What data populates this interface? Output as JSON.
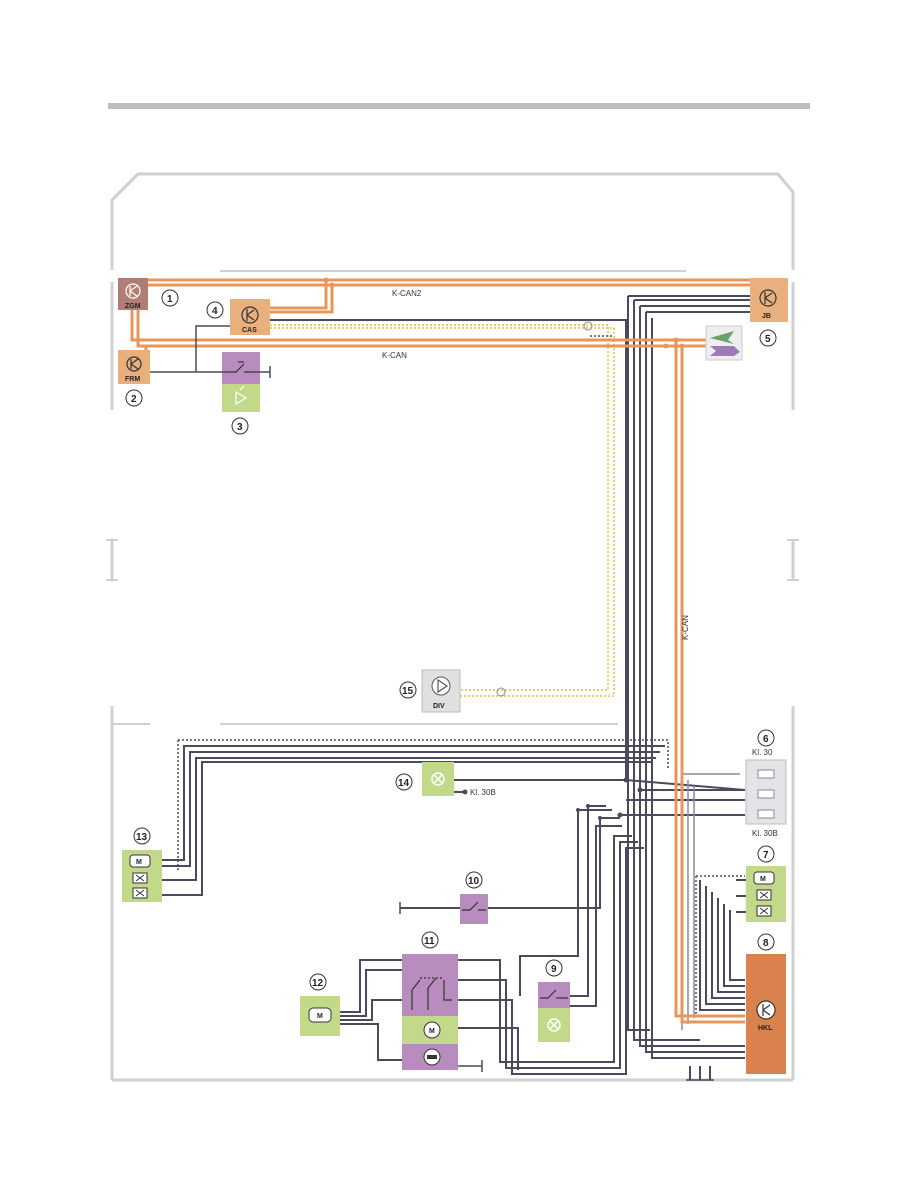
{
  "colors": {
    "can": "#e8965a",
    "wire_dark": "#4a4a5e",
    "wire_light": "#8a8aa0",
    "module_orange": "#e9b07e",
    "module_brown": "#b07e74",
    "module_violet": "#b98cbf",
    "module_green": "#c3d98a",
    "module_grey": "#e0e0e0",
    "hkl_orange": "#d9824e",
    "yellow_dotted": "#e9d070"
  },
  "labels": {
    "kcan2": "K-CAN2",
    "kcan_top": "K-CAN",
    "kcan_vertical": "K-CAN",
    "kl30": "Kl. 30",
    "kl30b_fuse": "Kl. 30B",
    "kl30b_light": "Kl. 30B"
  },
  "modules": {
    "zgm": "ZGM",
    "cas": "CAS",
    "frm": "FRM",
    "jb": "JB",
    "div": "DIV",
    "hkl": "HKL"
  },
  "numbers": [
    "1",
    "2",
    "3",
    "4",
    "5",
    "6",
    "7",
    "8",
    "9",
    "10",
    "11",
    "12",
    "13",
    "14",
    "15"
  ],
  "icons": {
    "motor": "M",
    "control_unit": "transistor-icon",
    "lamp": "lamp-icon",
    "switch": "switch-icon",
    "hall_sensor": "x-box-icon"
  }
}
